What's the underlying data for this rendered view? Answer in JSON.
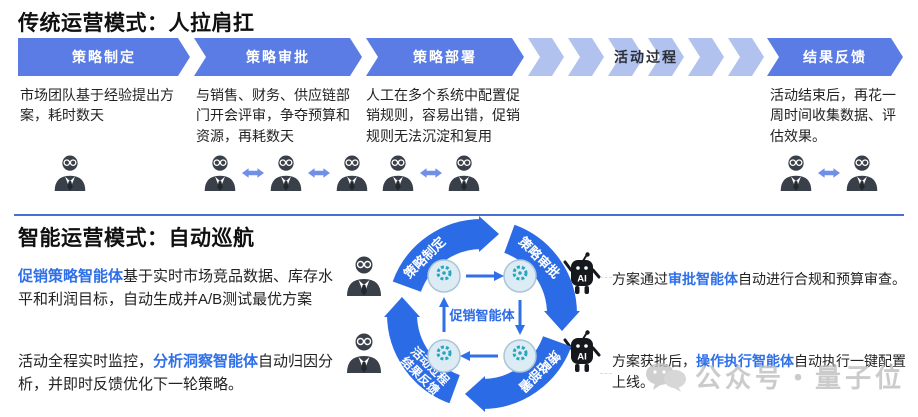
{
  "colors": {
    "bar_blue": "#5b7ce4",
    "bar_light_blue": "#b2c2ef",
    "ring_blue": "#2b6be6",
    "highlight_blue": "#2f6fe8",
    "arrow_blue": "#6f8fe8",
    "divider_blue": "#4a6fd4",
    "person_icon_dark": "#394049"
  },
  "traditional": {
    "title": "传统运营模式：人拉肩扛",
    "stages": [
      {
        "label": "策略制定",
        "desc": "市场团队基于经验提出方案，耗时数天"
      },
      {
        "label": "策略审批",
        "desc": "与销售、财务、供应链部门开会评审，争夺预算和资源，再耗数天"
      },
      {
        "label": "策略部署",
        "desc": "人工在多个系统中配置促销规则，容易出错，促销规则无法沉淀和复用"
      },
      {
        "label": "活动过程",
        "desc": ""
      },
      {
        "label": "结果反馈",
        "desc": "活动结束后，再花一周时间收集数据、评估效果。"
      }
    ]
  },
  "smart": {
    "title": "智能运营模式：自动巡航",
    "paragraphs": {
      "left_top": {
        "prefix": "",
        "highlight": "促销策略智能体",
        "suffix": "基于实时市场竞品数据、库存水平和利润目标，自动生成并A/B测试最优方案"
      },
      "left_bottom": {
        "prefix": "活动全程实时监控，",
        "highlight": "分析洞察智能体",
        "suffix": "自动归因分析，并即时反馈优化下一轮策略。"
      },
      "right_top": {
        "prefix": "方案通过",
        "highlight": "审批智能体",
        "suffix": "自动进行合规和预算审查。"
      },
      "right_bottom": {
        "prefix": "方案获批后，",
        "highlight": "操作执行智能体",
        "suffix": "自动执行一键配置上线。"
      }
    },
    "cycle": {
      "center_label": "促销智能体",
      "labels": {
        "top_left": "策略制定",
        "top_right": "策略审批",
        "bottom_right": "策略部署",
        "bottom_left_line1": "活动过程",
        "bottom_left_line2": "结果反馈"
      },
      "ai_badge": "AI"
    }
  },
  "watermark": {
    "text": "公众号・量子位"
  }
}
